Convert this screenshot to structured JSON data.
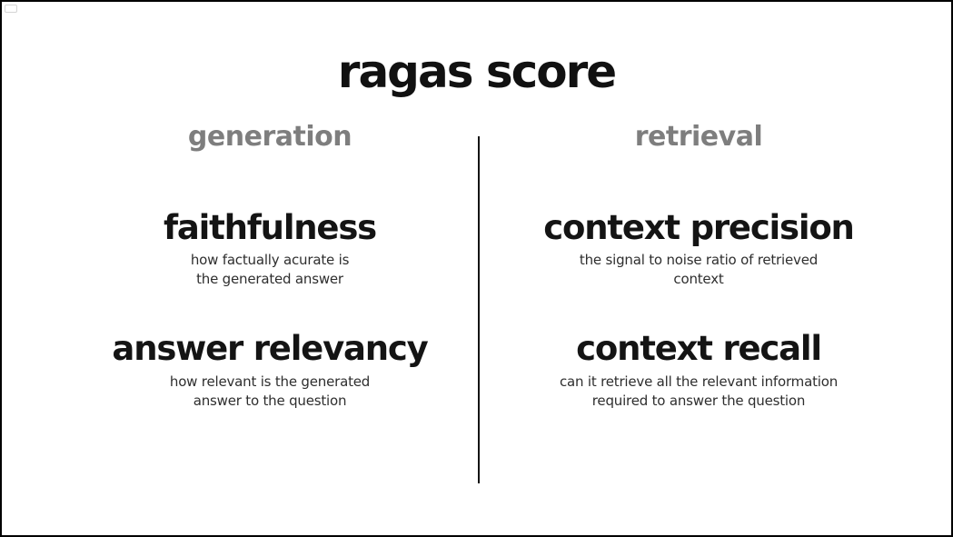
{
  "page": {
    "title": "ragas score"
  },
  "colors": {
    "background": "#ffffff",
    "border": "#000000",
    "heading_text": "#141414",
    "column_header_text": "#7e7e7e",
    "description_text": "#2e2e2e",
    "divider": "#141414"
  },
  "columns": [
    {
      "header": "generation",
      "metrics": [
        {
          "name": "faithfulness",
          "description_lines": [
            "how factually acurate is",
            "the generated answer"
          ]
        },
        {
          "name": "answer relevancy",
          "description_lines": [
            "how relevant is the generated",
            "answer to the question"
          ]
        }
      ]
    },
    {
      "header": "retrieval",
      "metrics": [
        {
          "name": "context precision",
          "description_lines": [
            "the signal to noise ratio of retrieved",
            "context"
          ]
        },
        {
          "name": "context recall",
          "description_lines": [
            "can it retrieve all the relevant information",
            "required to answer the question"
          ]
        }
      ]
    }
  ]
}
